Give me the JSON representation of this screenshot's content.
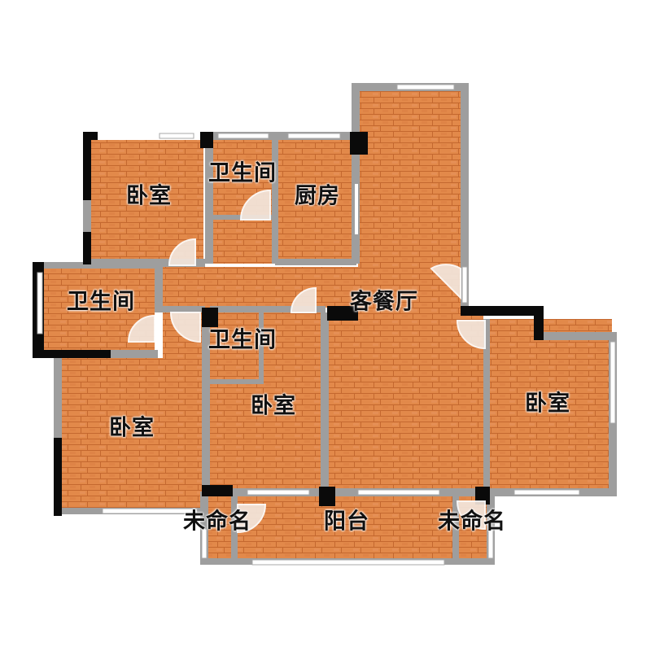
{
  "floorplan": {
    "rooms": [
      {
        "id": "bedroom-nw",
        "label": "卧室"
      },
      {
        "id": "bathroom-top",
        "label": "卫生间"
      },
      {
        "id": "kitchen",
        "label": "厨房"
      },
      {
        "id": "bathroom-west",
        "label": "卫生间"
      },
      {
        "id": "living-dining",
        "label": "客餐厅"
      },
      {
        "id": "bathroom-center",
        "label": "卫生间"
      },
      {
        "id": "bedroom-center",
        "label": "卧室"
      },
      {
        "id": "bedroom-sw",
        "label": "卧室"
      },
      {
        "id": "bedroom-east",
        "label": "卧室"
      },
      {
        "id": "unnamed-left",
        "label": "未命名"
      },
      {
        "id": "balcony",
        "label": "阳台"
      },
      {
        "id": "unnamed-right",
        "label": "未命名"
      }
    ],
    "colors": {
      "floor": "#e2894a",
      "floor_plank": "#c96a32",
      "wall_gray": "#9e9e9e",
      "wall_black": "#0a0a0a",
      "window": "#ffffff",
      "door_arc": "#f3e6dc"
    }
  }
}
